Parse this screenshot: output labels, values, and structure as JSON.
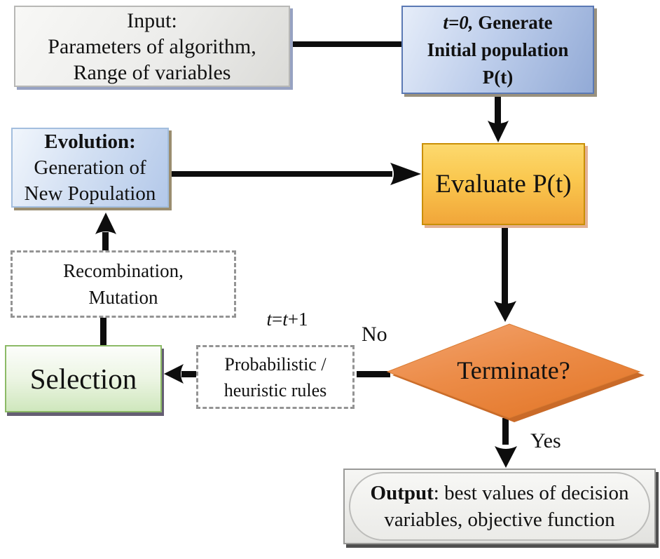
{
  "nodes": {
    "input": {
      "line1": "Input:",
      "line2": "Parameters of algorithm,",
      "line3": "Range of variables"
    },
    "generate": {
      "line1_italic": "t=0,",
      "line1_bold": "Generate",
      "line2": "Initial population",
      "line3": "P(t)"
    },
    "evolution": {
      "line1_bold": "Evolution:",
      "line2": "Generation of",
      "line3": "New Population"
    },
    "evaluate": {
      "label": "Evaluate P(t)"
    },
    "recombination": {
      "line1": "Recombination,",
      "line2": "Mutation"
    },
    "selection": {
      "label": "Selection"
    },
    "rules": {
      "line1": "Probabilistic /",
      "line2": "heuristic rules"
    },
    "terminate": {
      "label": "Terminate?"
    },
    "output": {
      "bold": "Output",
      "line1_rest": ": best values of decision",
      "line2": "variables, objective function"
    }
  },
  "labels": {
    "iteration": {
      "t1": "t",
      "eq": "=",
      "t2": "t",
      "rest": "+1"
    },
    "no": "No",
    "yes": "Yes"
  },
  "colors": {
    "blue_node_fill": "#b3c8e9",
    "blue_node_border": "#5b79b4",
    "yellow_node_fill": "#f9c94e",
    "yellow_node_border": "#c98f06",
    "green_node_fill": "#cfe7bd",
    "green_node_border": "#8cba66",
    "orange_diamond_fill": "#e9823a",
    "orange_diamond_shadow": "#c96a28",
    "gray_node_fill": "#ececea",
    "dashed_border": "#949494",
    "connector": "#0d0d0d"
  }
}
